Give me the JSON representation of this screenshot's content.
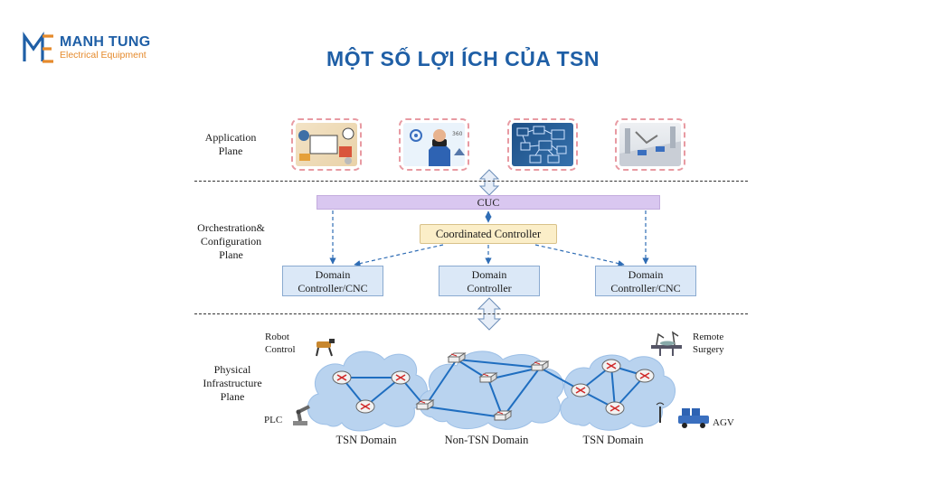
{
  "logo": {
    "name": "MANH TUNG",
    "subtitle": "Electrical Equipment"
  },
  "page_title": "MỘT SỐ LỢI ÍCH CỦA TSN",
  "planes": {
    "application": [
      "Application",
      "Plane"
    ],
    "orchestration": [
      "Orchestration&",
      "Configuration",
      "Plane"
    ],
    "physical": [
      "Physical",
      "Infrastructure",
      "Plane"
    ]
  },
  "cuc": "CUC",
  "coordinated_controller": "Coordinated Controller",
  "domain_controllers": [
    {
      "line1": "Domain",
      "line2": "Controller/CNC"
    },
    {
      "line1": "Domain",
      "line2": "Controller"
    },
    {
      "line1": "Domain",
      "line2": "Controller/CNC"
    }
  ],
  "domains": [
    "TSN Domain",
    "Non-TSN Domain",
    "TSN Domain"
  ],
  "devices": {
    "robot": [
      "Robot",
      "Control"
    ],
    "plc": "PLC",
    "surgery": [
      "Remote",
      "Surgery"
    ],
    "agv": "AGV"
  },
  "colors": {
    "brand_blue": "#1f5fa6",
    "brand_orange": "#e58a2c",
    "cuc_purple": "#d9c7f0",
    "controller_yellow": "#fbeec8",
    "domain_blue": "#dbe8f7",
    "cloud_blue": "#b9d3ef"
  }
}
